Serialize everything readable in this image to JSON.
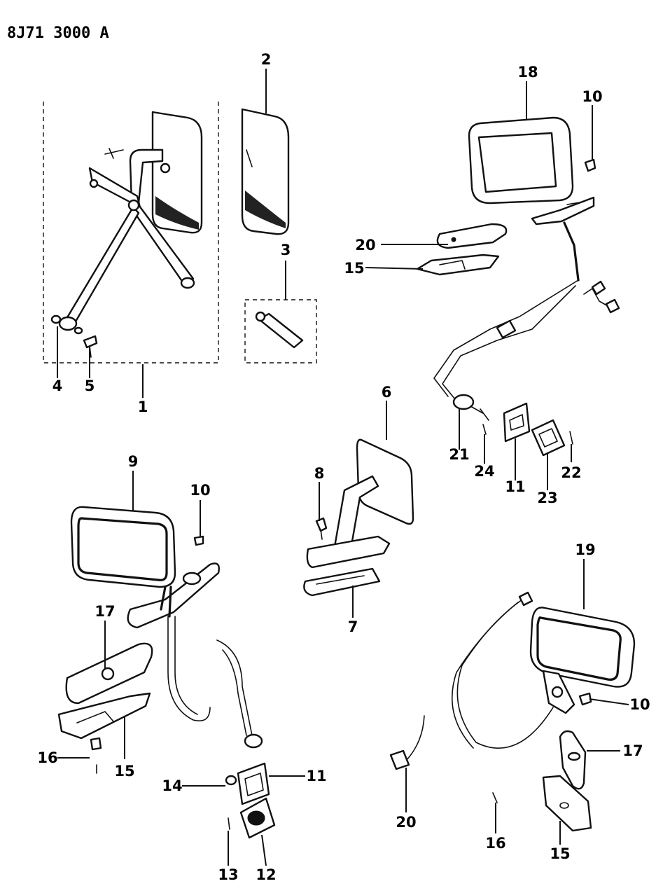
{
  "document_id": "8J71 3000 A",
  "callouts": {
    "c1": "1",
    "c2": "2",
    "c3": "3",
    "c4": "4",
    "c5": "5",
    "c6": "6",
    "c7": "7",
    "c8": "8",
    "c9": "9",
    "c10a": "10",
    "c10b": "10",
    "c10c": "10",
    "c11a": "11",
    "c11b": "11",
    "c12": "12",
    "c13": "13",
    "c14": "14",
    "c15a": "15",
    "c15b": "15",
    "c15c": "15",
    "c16a": "16",
    "c16b": "16",
    "c17a": "17",
    "c17b": "17",
    "c18": "18",
    "c19": "19",
    "c20a": "20",
    "c20b": "20",
    "c21": "21",
    "c22": "22",
    "c23": "23",
    "c24": "24"
  }
}
